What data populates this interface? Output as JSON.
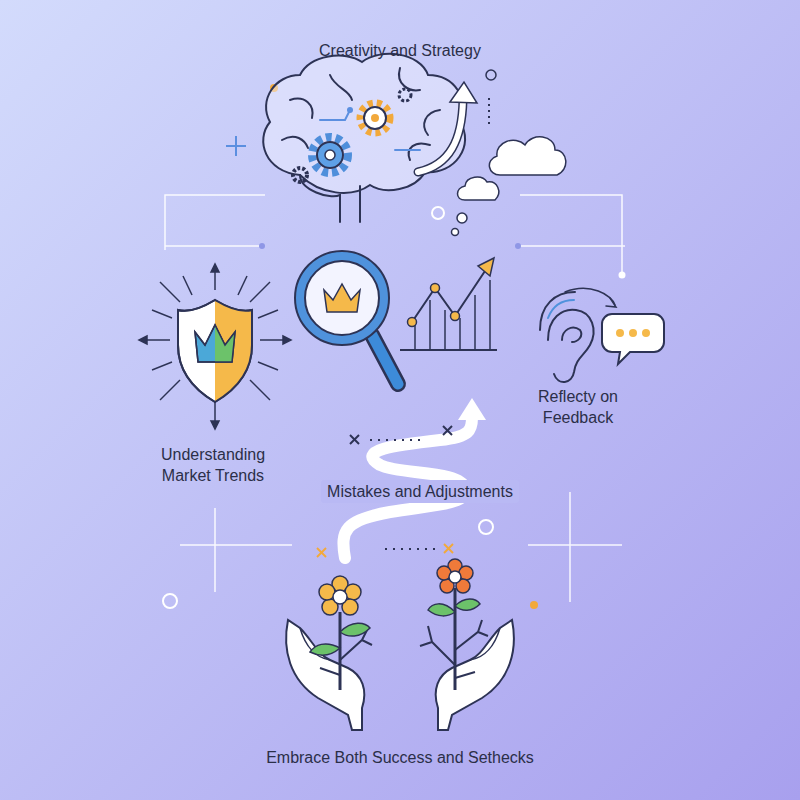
{
  "diagram": {
    "labels": [
      "Creativity and Strategy",
      "Understanding Market Trends",
      "Reflecty on Feedback",
      "Mistakes and Adjustments",
      "Embrace Both Success and Sethecks"
    ]
  }
}
